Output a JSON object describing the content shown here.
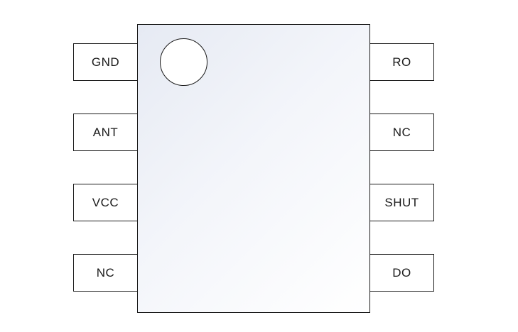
{
  "pins": {
    "left": [
      {
        "label": "GND"
      },
      {
        "label": "ANT"
      },
      {
        "label": "VCC"
      },
      {
        "label": "NC"
      }
    ],
    "right": [
      {
        "label": "RO"
      },
      {
        "label": "NC"
      },
      {
        "label": "SHUT"
      },
      {
        "label": "DO"
      }
    ]
  },
  "colors": {
    "outline": "#1a1a1a",
    "body_gradient_start": "#e6eaf3",
    "body_gradient_end": "#ffffff"
  }
}
